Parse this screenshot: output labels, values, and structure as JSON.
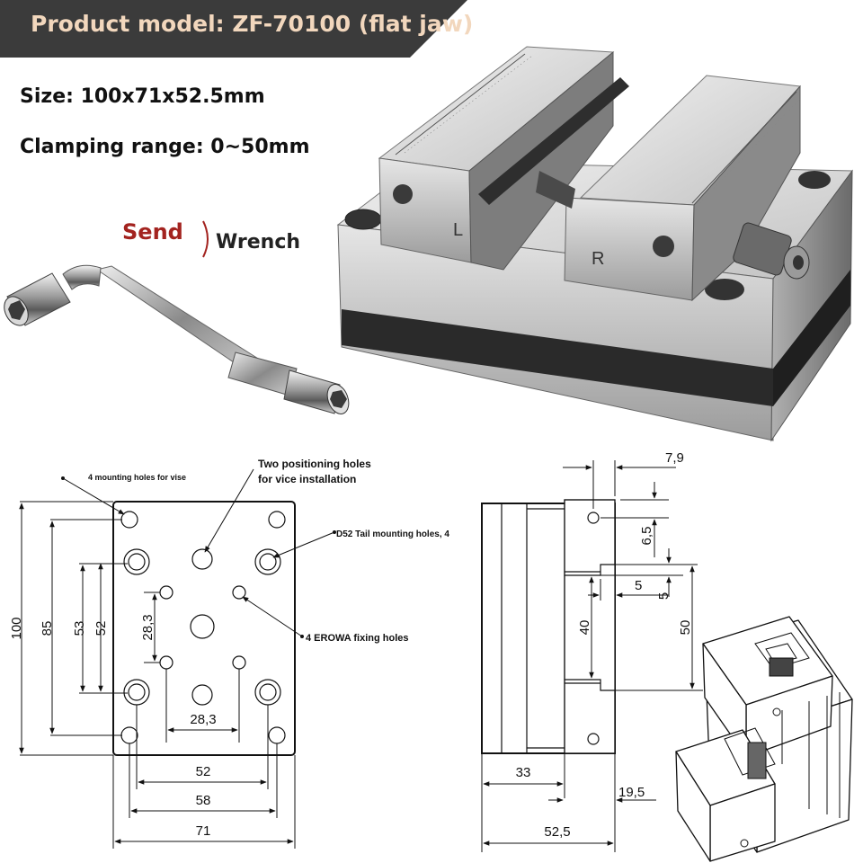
{
  "banner": {
    "title": "Product model: ZF-70100 (flat jaw)",
    "bg": "#3b3b3b",
    "text_color": "#f2d7bd"
  },
  "specs": {
    "size": "Size: 100x71x52.5mm",
    "clamping": "Clamping range: 0~50mm"
  },
  "accessory": {
    "send": "Send",
    "item": "Wrench",
    "send_color": "#a3231f"
  },
  "photo": {
    "jaw_left_letter": "L",
    "jaw_right_letter": "R",
    "ruler_icon": "scale-ruler",
    "wrench_icon": "l-socket-wrench"
  },
  "front_view": {
    "labels": {
      "mount_vise": "4 mounting holes for vise",
      "positioning_1": "Two positioning holes",
      "positioning_2": "for vice installation",
      "d52": "D52 Tail mounting holes, 4",
      "erowa": "4 EROWA fixing holes"
    },
    "dims": {
      "d100": "100",
      "d85": "85",
      "d53": "53",
      "d52v": "52",
      "d28v": "28,3",
      "d28h": "28,3",
      "d52h": "52",
      "d58": "58",
      "d71": "71"
    }
  },
  "side_view": {
    "dims": {
      "d7_9": "7,9",
      "d6_5": "6,5",
      "d5a": "5",
      "d5b": "5",
      "d40": "40",
      "d50": "50",
      "d33": "33",
      "d19_5": "19,5",
      "d52_5": "52,5"
    }
  },
  "iso_view": {
    "icon": "vise-isometric-sketch"
  }
}
